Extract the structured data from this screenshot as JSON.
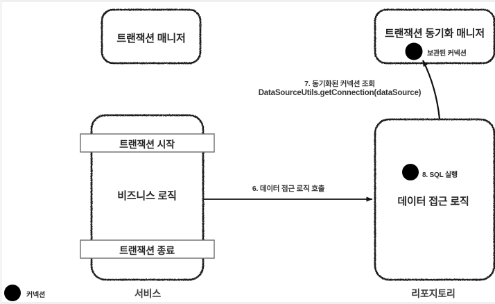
{
  "diagram": {
    "nodes": {
      "transaction_manager": {
        "title": "트랜잭션 매니저"
      },
      "transaction_sync_manager": {
        "title": "트랜잭션 동기화 매니저",
        "dot_label": "보관된 커넥션"
      },
      "service": {
        "top_bar": "트랜잭션 시작",
        "body": "비즈니스 로직",
        "bottom_bar": "트랜잭션 종료",
        "caption": "서비스"
      },
      "repository": {
        "body": "데이터 접근 로직",
        "dot_label": "8. SQL 실행",
        "caption": "리포지토리"
      }
    },
    "edges": {
      "service_to_repository": {
        "label": "6. 데이터 접근 로직 호출"
      },
      "repository_to_sync_manager": {
        "label_line1": "7. 동기화된 커넥션 조회",
        "label_line2": "DataSourceUtils.getConnection(dataSource)"
      }
    },
    "legend": {
      "connection": "커넥션"
    },
    "colors": {
      "stroke": "#1a1a1a",
      "dot": "#000000",
      "background": "#ffffff",
      "bar_fill": "#ffffff",
      "bar_stroke": "#6b6b6b"
    }
  }
}
